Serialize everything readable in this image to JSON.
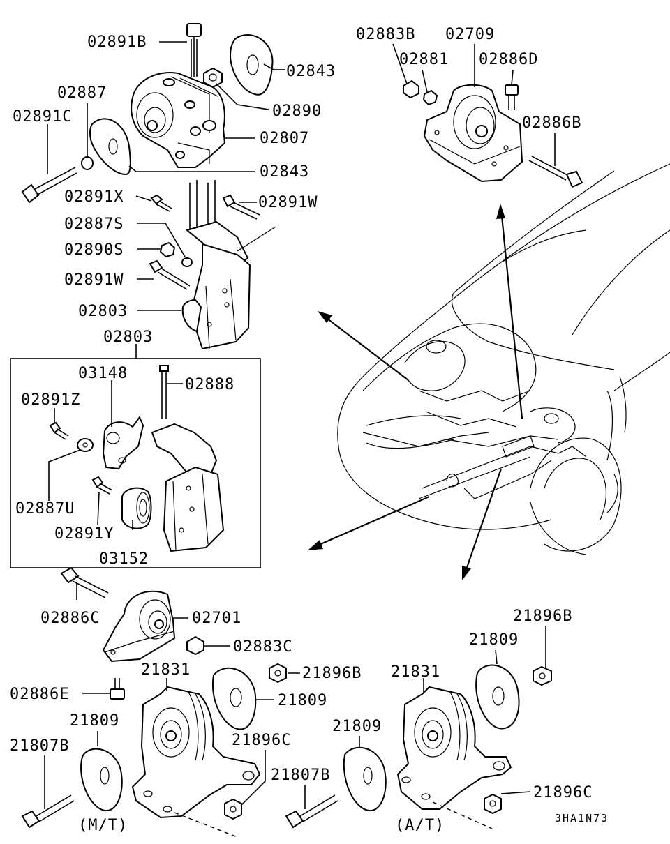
{
  "labels": {
    "02891B": "02891B",
    "02843a": "02843",
    "02887a": "02887",
    "02890": "02890",
    "02891C": "02891C",
    "02807": "02807",
    "02843b": "02843",
    "02891X": "02891X",
    "02891W_a": "02891W",
    "02887S": "02887S",
    "02890S": "02890S",
    "02891W_b": "02891W",
    "02803_a": "02803",
    "02803_b": "02803",
    "03148": "03148",
    "02888": "02888",
    "02891Z": "02891Z",
    "02887U": "02887U",
    "02891Y": "02891Y",
    "03152": "03152",
    "02883B": "02883B",
    "02709": "02709",
    "02881": "02881",
    "02886D": "02886D",
    "02886B": "02886B",
    "02886C": "02886C",
    "02701": "02701",
    "02883C": "02883C",
    "21896B_a": "21896B",
    "21809_a": "21809",
    "21831_a": "21831",
    "21896B_b": "21896B",
    "02886E": "02886E",
    "21809_b": "21809",
    "21809_c": "21809",
    "21807B_a": "21807B",
    "21896C_a": "21896C",
    "21807B_b": "21807B",
    "21831_b": "21831",
    "21809_d": "21809",
    "21896C_b": "21896C",
    "mt": "(M/T)",
    "at": "(A/T)",
    "code": "3HA1N73"
  }
}
